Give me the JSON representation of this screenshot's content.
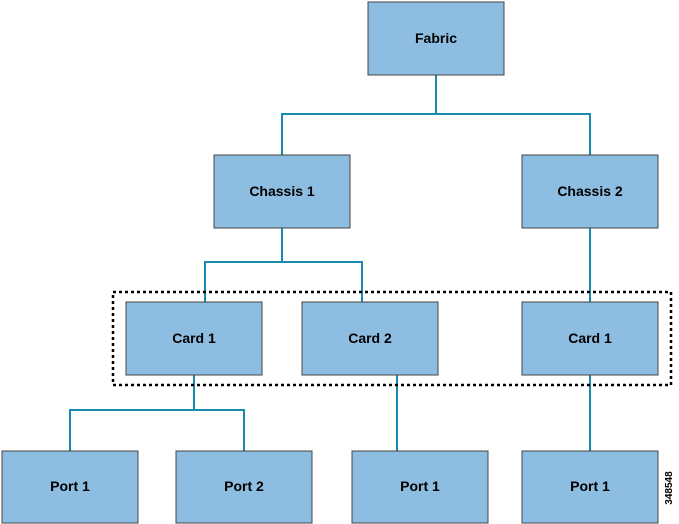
{
  "nodes": {
    "fabric": "Fabric",
    "chassis1": "Chassis 1",
    "chassis2": "Chassis 2",
    "c1_card1": "Card 1",
    "c1_card2": "Card 2",
    "c2_card1": "Card 1",
    "card1_port1": "Port 1",
    "card1_port2": "Port 2",
    "card2_port1": "Port 1",
    "c2card1_port1": "Port 1"
  },
  "figure_id": "348548",
  "colors": {
    "node_fill": "#8dbde0",
    "node_border": "#444444",
    "connector": "#1a8bb0",
    "group_border": "#000000"
  }
}
